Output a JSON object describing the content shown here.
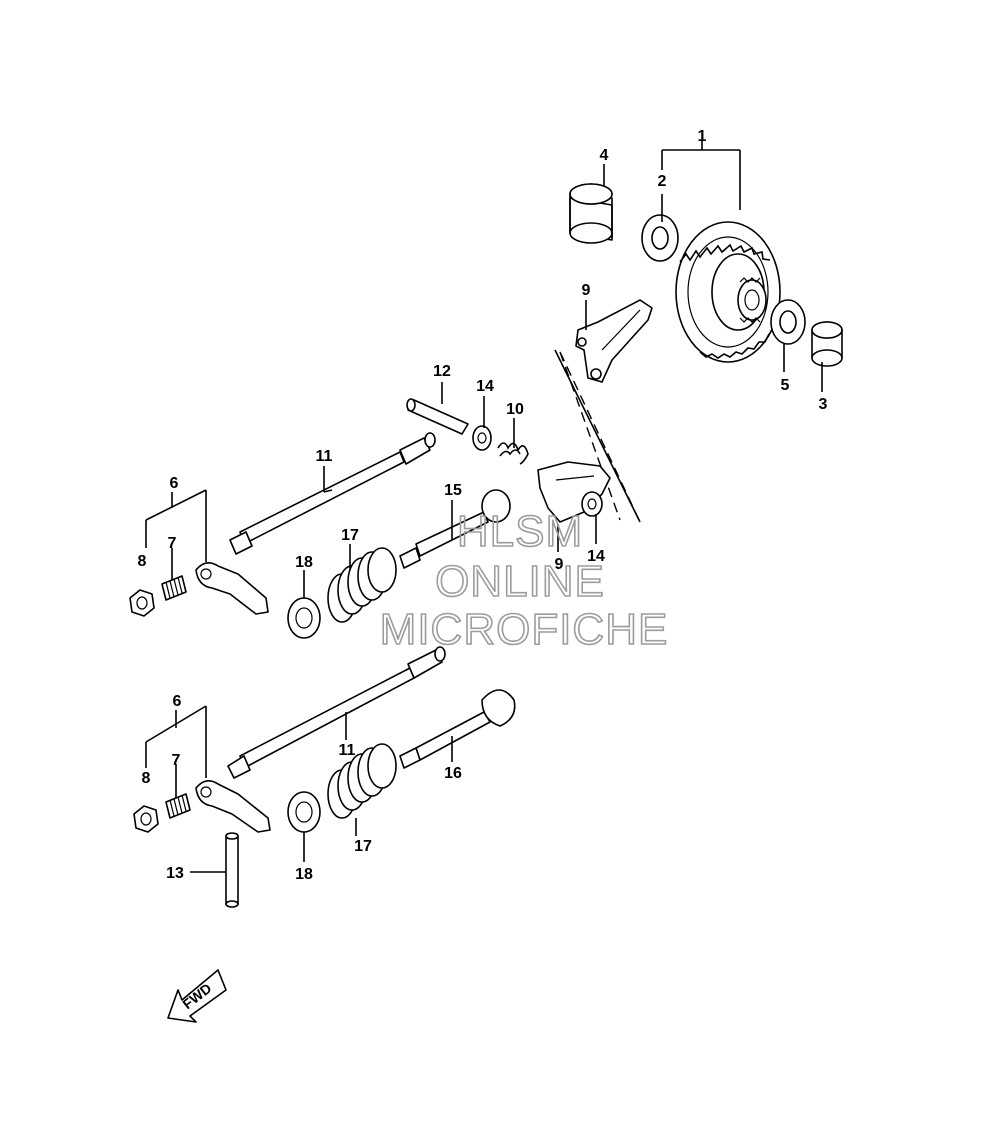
{
  "callouts": {
    "n1": "1",
    "n2": "2",
    "n3": "3",
    "n4": "4",
    "n5": "5",
    "n6a": "6",
    "n7a": "7",
    "n8a": "8",
    "n6b": "6",
    "n7b": "7",
    "n8b": "8",
    "n9a": "9",
    "n9b": "9",
    "n10": "10",
    "n11a": "11",
    "n11b": "11",
    "n12": "12",
    "n13": "13",
    "n14a": "14",
    "n14b": "14",
    "n15": "15",
    "n16": "16",
    "n17a": "17",
    "n17b": "17",
    "n18a": "18",
    "n18b": "18"
  },
  "watermark": {
    "line1": "HLSM",
    "line2": "ONLINE",
    "line3": "MICROFICHE"
  },
  "fwd_label": "FWD"
}
